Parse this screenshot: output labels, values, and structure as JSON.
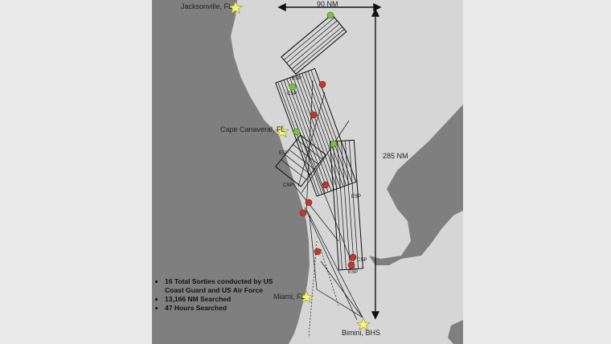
{
  "map": {
    "places": [
      {
        "name": "Jacksonville, FL"
      },
      {
        "name": "Cape Canaveral, FL"
      },
      {
        "name": "Miami, FL"
      },
      {
        "name": "Bimini, BHS"
      }
    ],
    "scale_horizontal": "90 NM",
    "scale_vertical": "285 NM",
    "search_pattern_labels": [
      "CSP",
      "ESP"
    ],
    "colors": {
      "land": "#7f7f7f",
      "water": "#d6d6d6",
      "star": "#f4f47a",
      "marker_red": "#c0392b",
      "marker_green": "#7ac142"
    }
  },
  "summary": {
    "items": [
      "16 Total Sorties conducted by US Coast Guard and US Air Force",
      "13,166 NM Searched",
      "47 Hours Searched"
    ]
  }
}
